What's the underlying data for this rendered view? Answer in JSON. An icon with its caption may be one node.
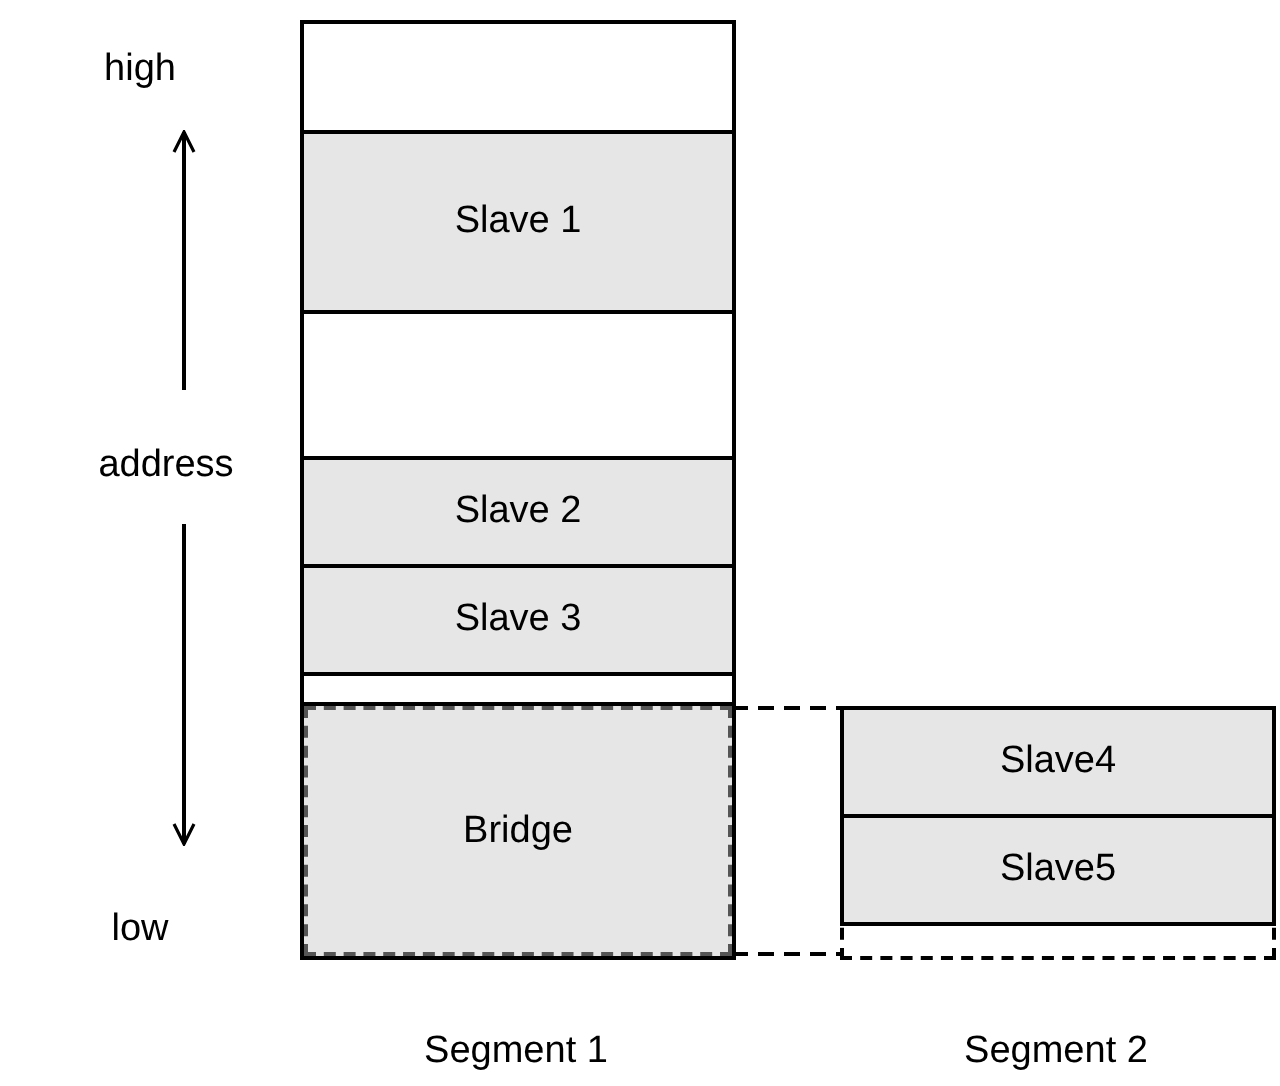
{
  "diagram": {
    "nodes": [
      {
        "text": [],
        "shape": "box"
      },
      {
        "text": [],
        "shape": "box",
        "in": 0
      },
      {
        "text": [
          "Slave 1"
        ],
        "in": 0
      },
      {
        "text": [],
        "shape": "box",
        "in": 0
      },
      {
        "text": [
          "Slave 2"
        ],
        "in": 0
      },
      {
        "text": [
          "Slave 3"
        ],
        "in": 0
      },
      {
        "text": [],
        "shape": "box",
        "in": 0
      },
      {
        "text": [
          "Bridge"
        ],
        "in": 0
      },
      {
        "text": [],
        "shape": "box"
      },
      {
        "text": [
          "Slave4"
        ],
        "in": 8
      },
      {
        "text": [
          "Slave5"
        ],
        "in": 8
      }
    ],
    "edges": [
      {
        "from": 7,
        "to": 8,
        "arrow": "none",
        "style": "dashed"
      }
    ],
    "labels": [
      "high",
      "address",
      "low",
      "Segment 1",
      "Segment 2"
    ]
  }
}
